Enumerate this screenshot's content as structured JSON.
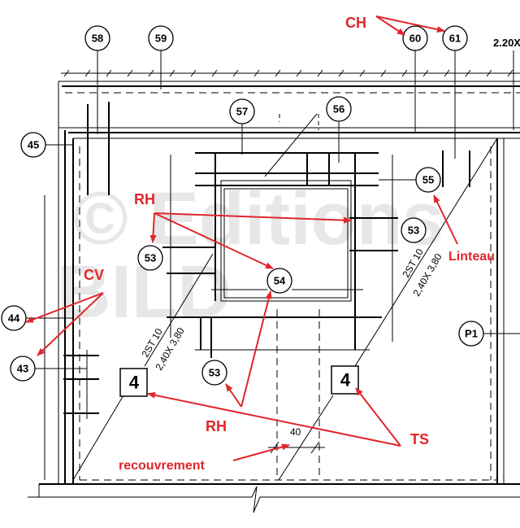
{
  "watermark": {
    "line1": "© Editions",
    "line2": "BILD"
  },
  "bubbles": {
    "b58": "58",
    "b59": "59",
    "b60": "60",
    "b61": "61",
    "b57": "57",
    "b56": "56",
    "b45": "45",
    "b55": "55",
    "b53a": "53",
    "b53b": "53",
    "b54": "54",
    "b44": "44",
    "b43": "43",
    "b53c": "53",
    "bP1": "P1"
  },
  "panels": {
    "left_mark": "4",
    "right_mark": "4"
  },
  "dimension_texts": {
    "top_right": "2.20X",
    "left_panel_type": "2ST 10",
    "left_panel_size": "2,40X 3,80",
    "right_panel_type": "2ST 10",
    "right_panel_size": "2,40X 3,80",
    "overlap": "40"
  },
  "annotations": {
    "ch": "CH",
    "rh_top": "RH",
    "linteau": "Linteau",
    "cv": "CV",
    "rh_bottom": "RH",
    "ts": "TS",
    "recouvrement": "recouvrement"
  },
  "colors": {
    "annotation": "#e0262a",
    "line": "#000000"
  }
}
